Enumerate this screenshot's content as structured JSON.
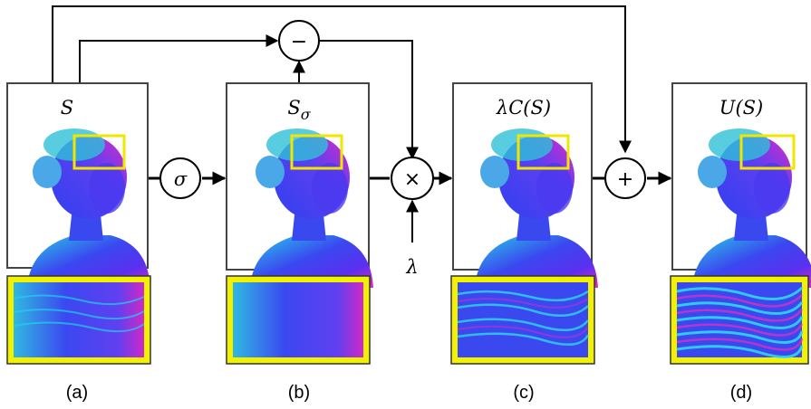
{
  "panels": [
    {
      "id": "a",
      "label": "S",
      "label_sub": "",
      "caption": "(a)"
    },
    {
      "id": "b",
      "label": "S",
      "label_sub": "σ",
      "caption": "(b)"
    },
    {
      "id": "c",
      "label": "λC(S)",
      "label_sub": "",
      "caption": "(c)"
    },
    {
      "id": "d",
      "label": "U(S)",
      "label_sub": "",
      "caption": "(d)"
    }
  ],
  "operators": {
    "blur": "σ",
    "subtract": "−",
    "multiply": "×",
    "add": "+"
  },
  "lambda_input": "λ",
  "colors": {
    "highlight_box": "#f2e600",
    "zoom_border": "#f2f200",
    "normal_map_blue": "#3a3af0",
    "normal_map_cyan": "#20c8e0",
    "normal_map_magenta": "#e020c0"
  }
}
